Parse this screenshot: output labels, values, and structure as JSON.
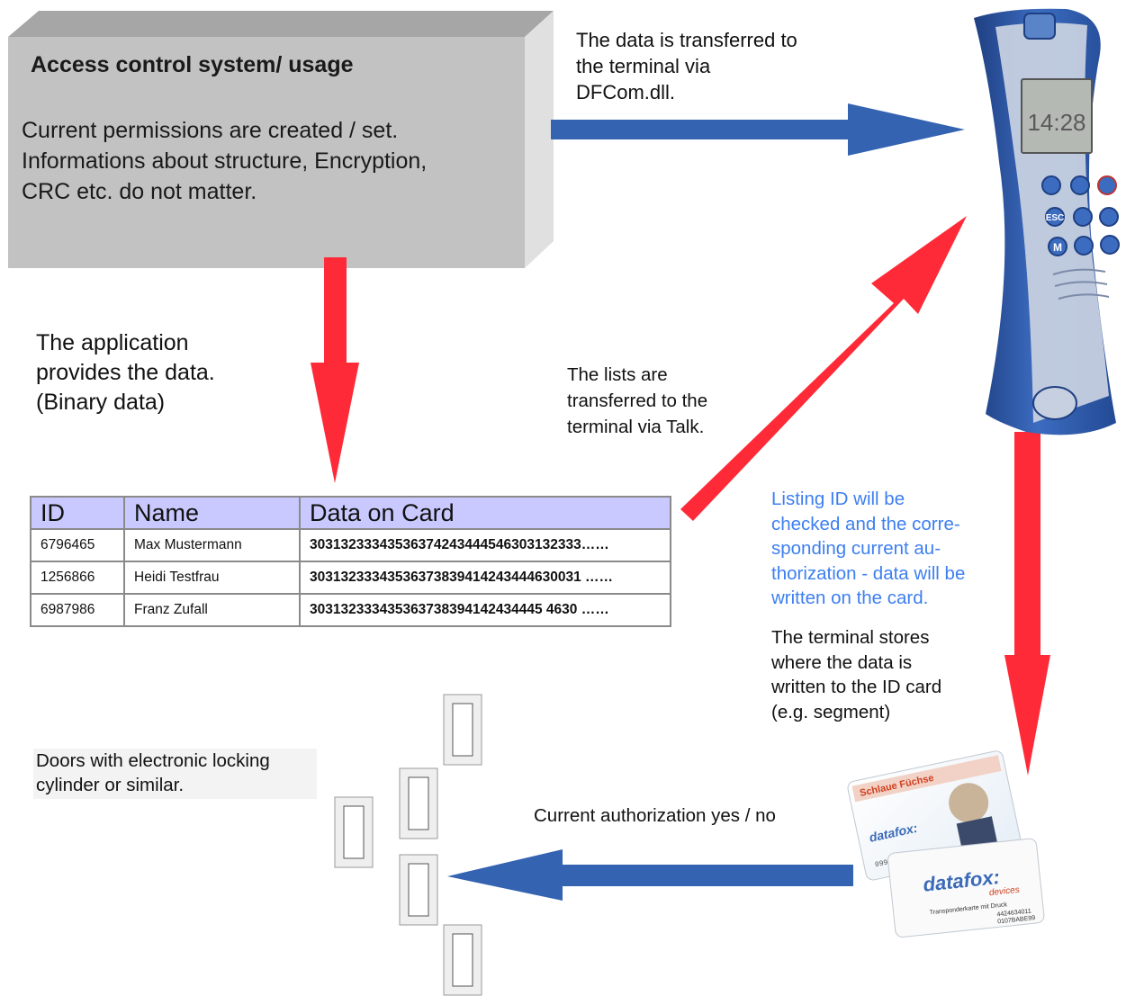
{
  "box": {
    "title": "Access control system/ usage",
    "body": "Current permissions are created / set.\nInformations about structure, Encryption,\nCRC etc. do not matter."
  },
  "notes": {
    "dll": "The data is transferred to\nthe terminal via\nDFCom.dll.",
    "app": "The application\nprovides the data.\n(Binary data)",
    "talk": "The lists are\ntransferred to the\nterminal via Talk.",
    "listing": "Listing ID will be\nchecked and the corre-\nsponding current au-\nthorization - data will be\nwritten on the card.",
    "stores": "The terminal stores\nwhere the data is\nwritten to the ID card\n(e.g. segment)",
    "auth": "Current authorization yes / no",
    "doors": "Doors with electronic locking\ncylinder or similar."
  },
  "table": {
    "headers": [
      "ID",
      "Name",
      "Data on Card"
    ],
    "rows": [
      [
        "6796465",
        "Max Mustermann",
        "30313233343536374243444546303132333……"
      ],
      [
        "1256866",
        "Heidi Testfrau",
        "30313233343536373839414243444630031 ……"
      ],
      [
        "6987986",
        "Franz Zufall",
        "303132333435363738394142434445 4630 ……"
      ]
    ]
  },
  "terminal": {
    "time": "14:28",
    "keys": [
      "ESC",
      "M"
    ]
  },
  "cards": {
    "brand": "datafox:",
    "sub": "devices",
    "top_line": "Schlaue Füchse",
    "front_line": "Transponderkarte mit Druck",
    "front_num1": "4424634011",
    "front_num2": "0107BABE99",
    "back_num": "0994414"
  },
  "colors": {
    "blue_arrow": "#3463b2",
    "red_arrow": "#ff2a37",
    "box_face": "#c2c2c2",
    "box_top": "#a6a6a6",
    "box_side": "#e0e0e0",
    "table_header": "#c9c9ff",
    "terminal": "#2f5aa6",
    "note_blue": "#3d7ff0"
  }
}
